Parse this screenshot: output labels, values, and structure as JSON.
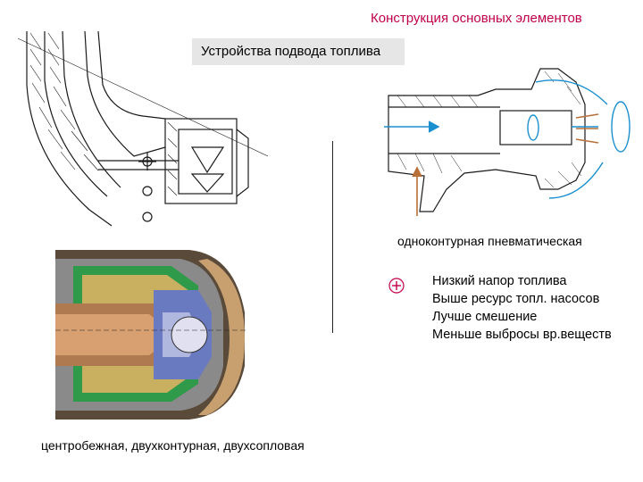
{
  "header": {
    "title": "Конструкция основных элементов"
  },
  "subtitle": "Устройства подвода топлива",
  "labels": {
    "single_loop": "одноконтурная пневматическая",
    "centrifugal": "центробежная, двухконтурная, двухсопловая"
  },
  "advantages": {
    "icon": "plus-circle-icon",
    "items": [
      "Низкий напор топлива",
      "Выше ресурс топл. насосов",
      "Лучше смешение",
      "Меньше выбросы вр.веществ"
    ]
  },
  "colors": {
    "title": "#c0004a",
    "flow_arrows": "#1a8fd0",
    "fuel_arrow": "#b8703a",
    "outline": "#1a1a1a"
  }
}
